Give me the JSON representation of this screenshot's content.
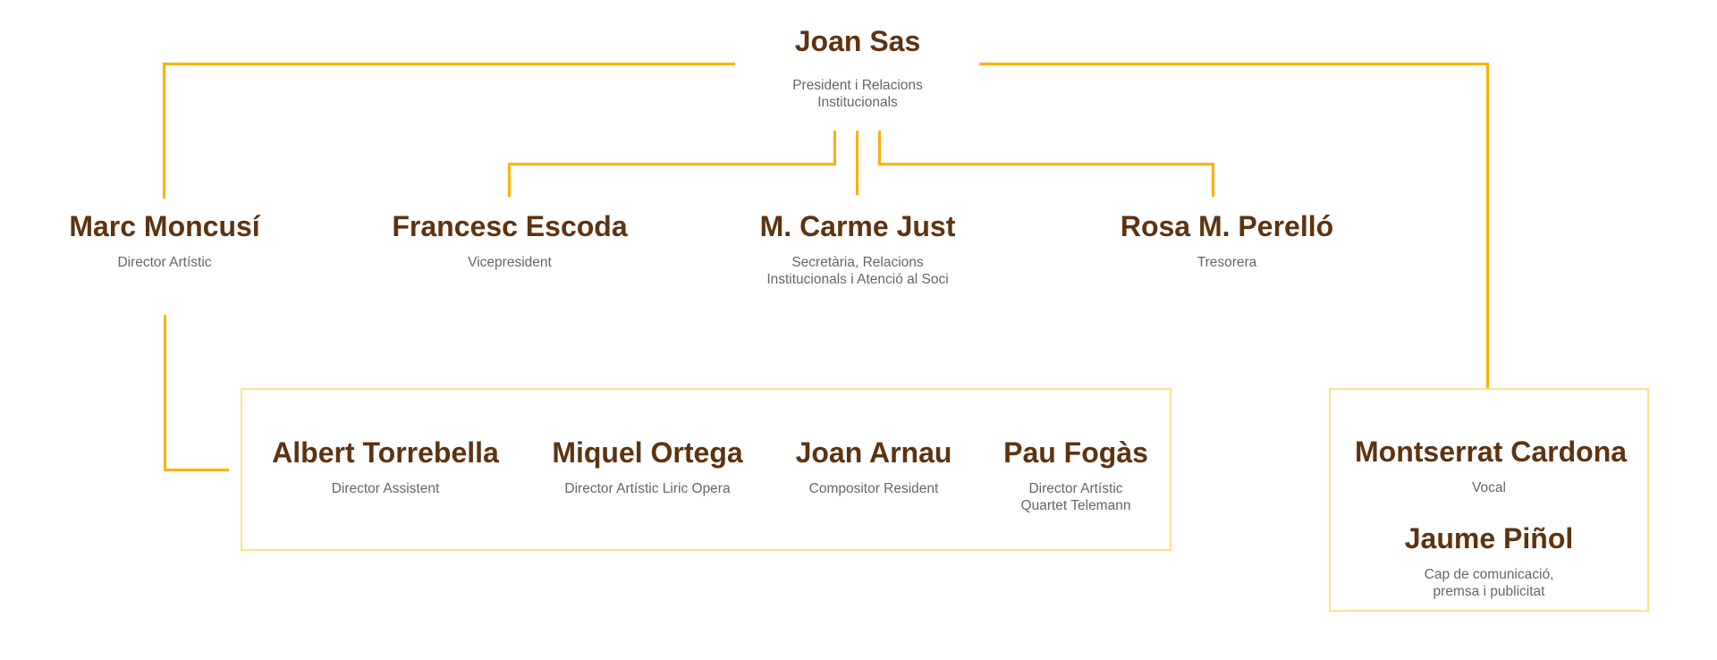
{
  "chart_data": {
    "type": "org-chart",
    "root": {
      "name": "Joan Sas",
      "role": "President i Relacions\nInstitucionals"
    },
    "level1": [
      {
        "name": "Marc Moncusí",
        "role": "Director Artístic"
      },
      {
        "name": "Francesc Escoda",
        "role": "Vicepresident"
      },
      {
        "name": "M. Carme Just",
        "role": "Secretària, Relacions\nInstitucionals i Atenció al Soci"
      },
      {
        "name": "Rosa M. Perelló",
        "role": "Tresorera"
      }
    ],
    "artistic_team": [
      {
        "name": "Albert Torrebella",
        "role": "Director Assistent"
      },
      {
        "name": "Miquel Ortega",
        "role": "Director Artístic Liric Opera"
      },
      {
        "name": "Joan Arnau",
        "role": "Compositor Resident"
      },
      {
        "name": "Pau Fogàs",
        "role": "Director Artístic\nQuartet Telemann"
      }
    ],
    "vocal_team": [
      {
        "name": "Montserrat Cardona",
        "role": "Vocal"
      },
      {
        "name": "Jaume Piñol",
        "role": "Cap de comunicació,\npremsa i publicitat"
      }
    ],
    "colors": {
      "connector": "#ffb000",
      "box_border": "#ffe08e",
      "name_text": "#5e3310",
      "role_text": "#666666"
    }
  }
}
